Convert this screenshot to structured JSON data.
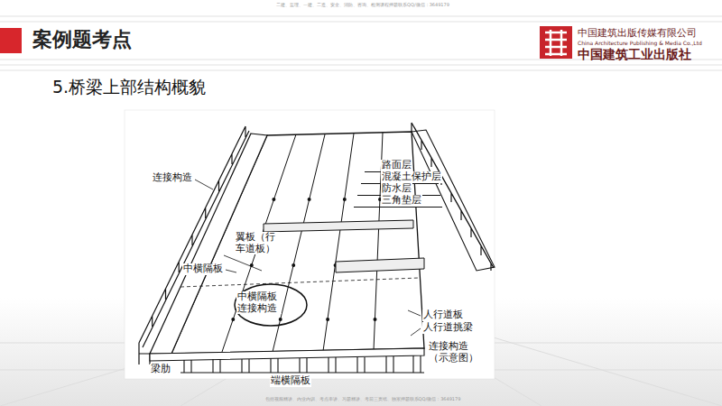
{
  "diagram": {
    "title": "案例题考点",
    "labels": [
      "二建、监理、一建、二造、安全、消防、咨询、检测课程押题联系QQ/微信：3649179",
      "中国建筑出版传媒有限公司",
      "China Architecture Publishing & Media Co.,Ltd",
      "中国建筑工业出版社",
      "5.桥梁上部结构概貌",
      "路面层",
      "混凝土保护层",
      "防水层",
      "三角垫层",
      "连接构造",
      "翼板（行车道板）",
      "中横隔板",
      "人行道板",
      "人行道挑梁",
      "中横隔板连接构造",
      "连接构造（示意图）",
      "梁肋",
      "端横隔板",
      "包括视频精讲、内业内训、考点串讲、习题精讲、考前三页纸、独家押题联系QQ/微信：3649179"
    ]
  }
}
